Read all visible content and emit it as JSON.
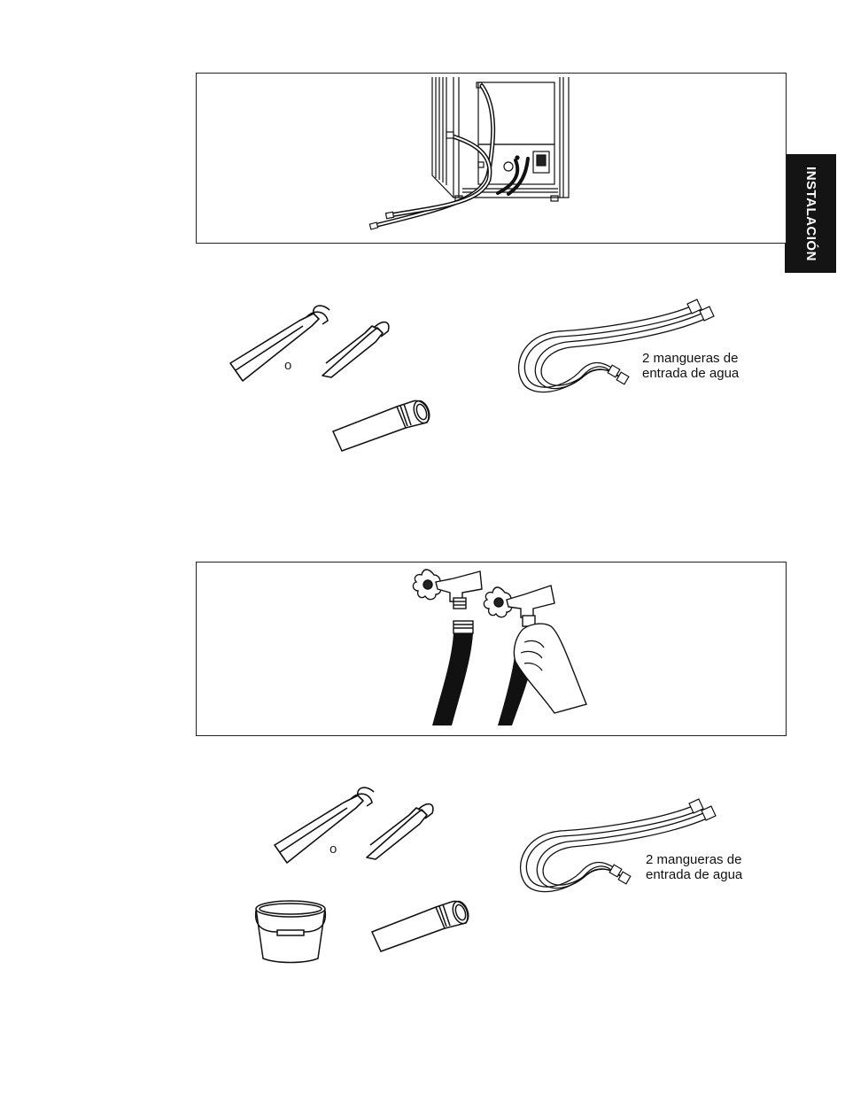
{
  "side_tab": {
    "text": "INSTALACIÓN"
  },
  "tools_1": {
    "or_text": "o",
    "hose_label_line1": "2 mangueras de",
    "hose_label_line2": "entrada de agua"
  },
  "tools_2": {
    "or_text": "o",
    "hose_label_line1": "2 mangueras de",
    "hose_label_line2": "entrada de agua"
  },
  "icons": {
    "washer": "washer-back-icon",
    "pliers": "pliers-icon",
    "flashlight": "flashlight-icon",
    "hoses": "hoses-icon",
    "faucet": "faucet-icon",
    "bucket": "bucket-icon"
  }
}
